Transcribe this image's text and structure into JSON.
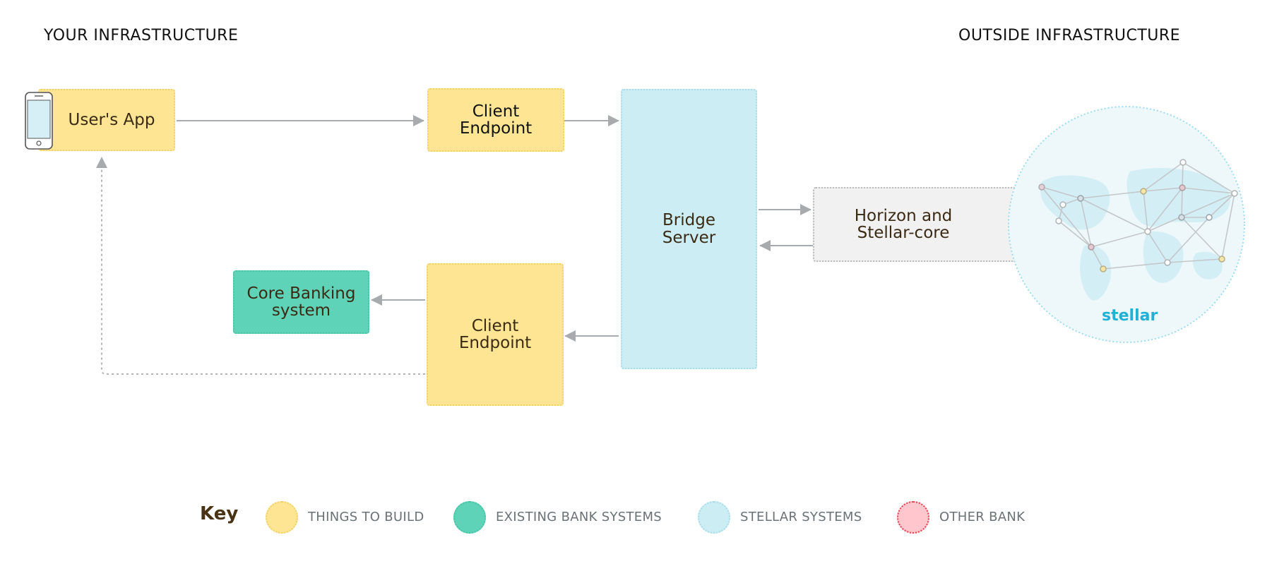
{
  "sections": {
    "left_title": "YOUR INFRASTRUCTURE",
    "right_title": "OUTSIDE INFRASTRUCTURE"
  },
  "nodes": {
    "users_app": "User's App",
    "client_endpoint_top": "Client\nEndpoint",
    "bridge_server": "Bridge\nServer",
    "horizon": "Horizon and\nStellar-core",
    "core_banking": "Core Banking\nsystem",
    "client_endpoint_bottom": "Client\nEndpoint",
    "stellar_network": "stellar"
  },
  "colors": {
    "things_to_build": "#fde593",
    "existing_bank_systems": "#5ed3b8",
    "stellar_systems": "#cdedf5",
    "other_bank": "#ffc7cd",
    "external": "#f1f1f1",
    "arrow": "#a7abad",
    "stellar_brand": "#1fb1d6"
  },
  "key": {
    "title": "Key",
    "items": [
      {
        "label": "THINGS TO BUILD",
        "color": "#fde593",
        "border": "#f1d169"
      },
      {
        "label": "EXISTING BANK SYSTEMS",
        "color": "#5ed3b8",
        "border": "#48c3a6"
      },
      {
        "label": "STELLAR SYSTEMS",
        "color": "#cdedf5",
        "border": "#a9dcea"
      },
      {
        "label": "OTHER BANK",
        "color": "#ffc7cd",
        "border": "#e8404f"
      }
    ]
  },
  "icons": {
    "phone": "mobile-phone-icon",
    "globe": "stellar-network-globe-icon"
  }
}
